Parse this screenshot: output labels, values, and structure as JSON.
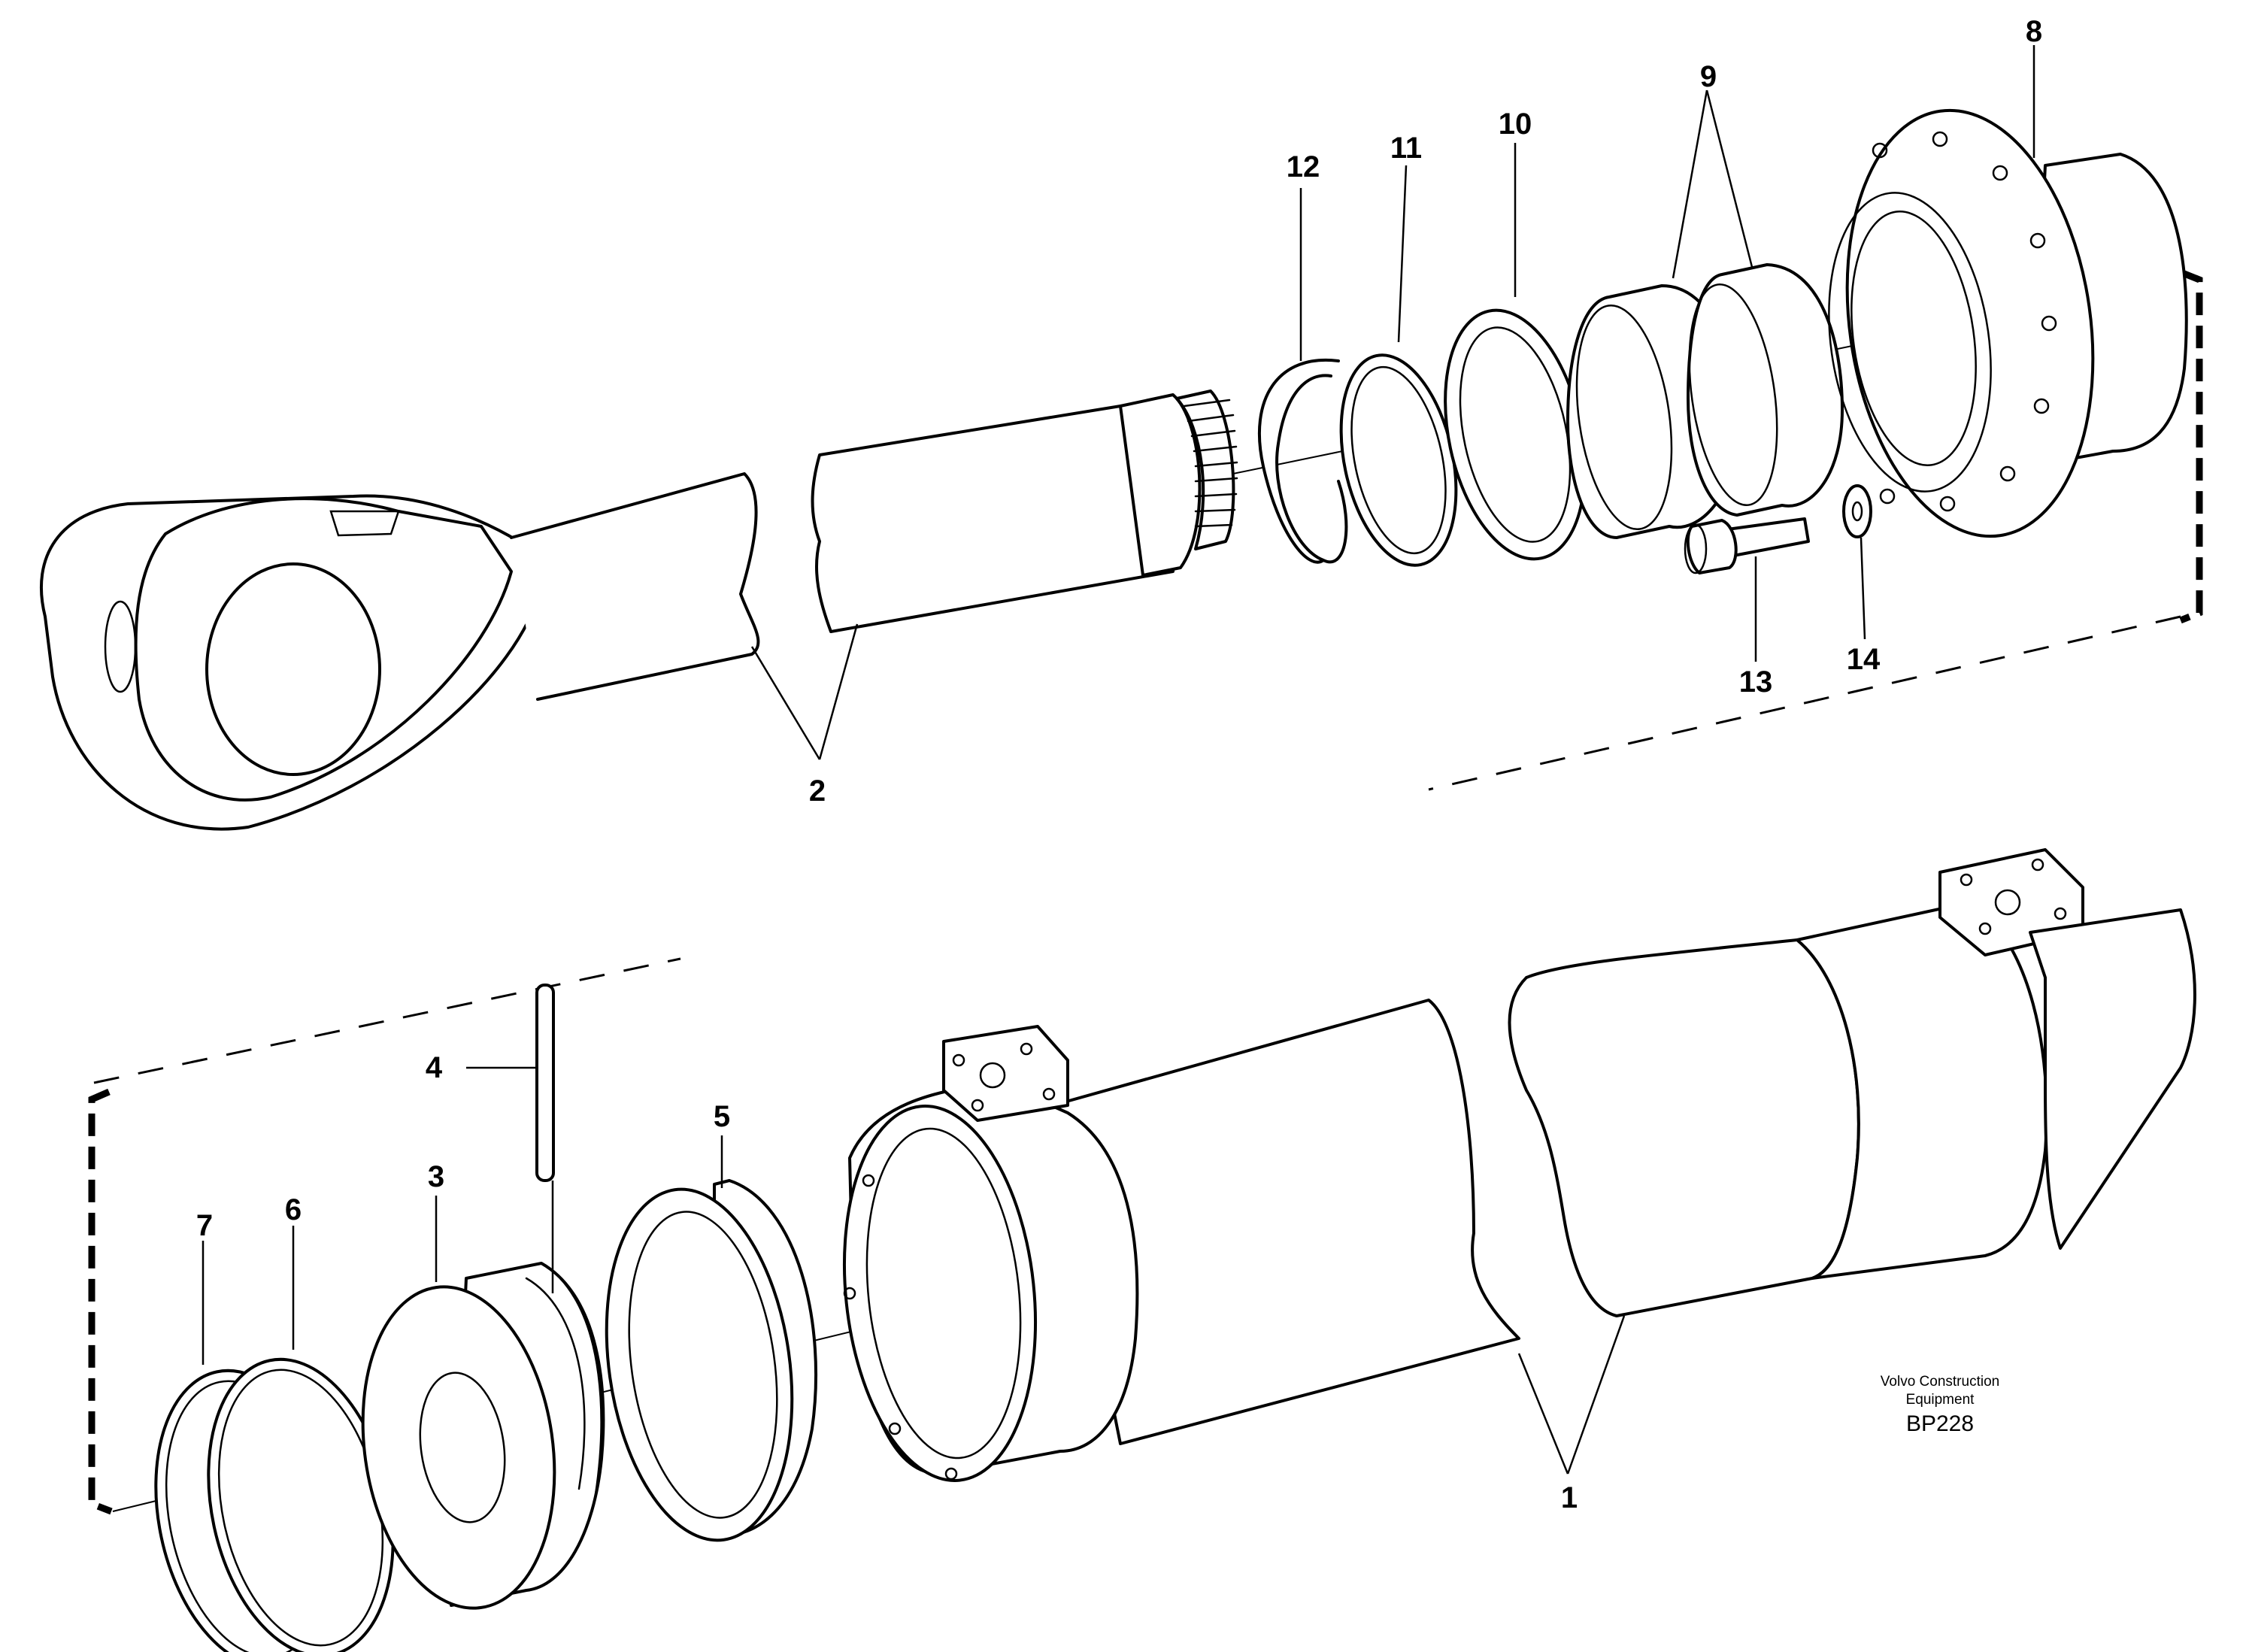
{
  "diagram": {
    "callouts": [
      "1",
      "2",
      "3",
      "4",
      "5",
      "6",
      "7",
      "8",
      "9",
      "10",
      "11",
      "12",
      "13",
      "14"
    ],
    "credit_line1": "Volvo Construction",
    "credit_line2": "Equipment",
    "drawing_code": "BP228"
  }
}
